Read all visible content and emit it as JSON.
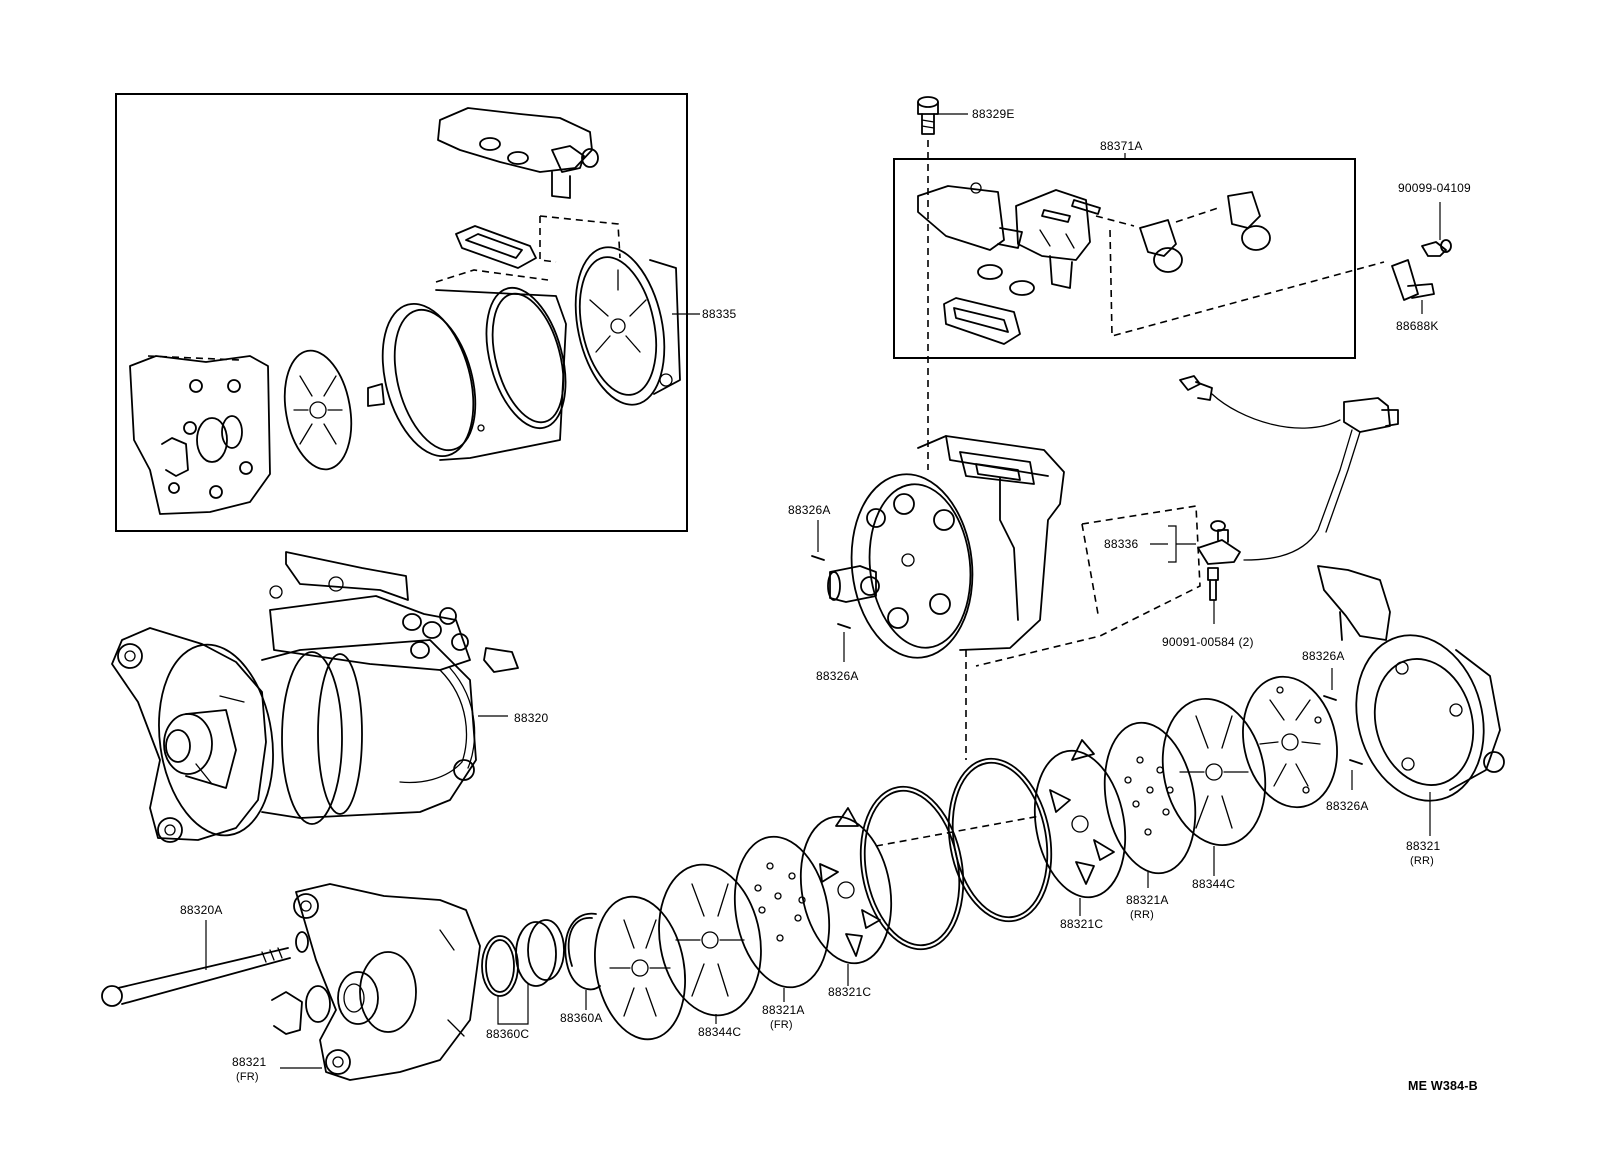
{
  "labels": {
    "p88335": "88335",
    "p88329E": "88329E",
    "p88371A": "88371A",
    "p90099_04109": "90099-04109",
    "p88688K": "88688K",
    "p88326A_top": "88326A",
    "p88326A_mid": "88326A",
    "p88336": "88336",
    "p90091_00584": "90091-00584 (2)",
    "p88326A_right_top": "88326A",
    "p88326A_right_bot": "88326A",
    "p88320": "88320",
    "p88321_rr": "88321",
    "p88321_rr_sub": "(RR)",
    "p88320A": "88320A",
    "p88321_fr": "88321",
    "p88321_fr_sub": "(FR)",
    "p88360C": "88360C",
    "p88360A": "88360A",
    "p88344C_left": "88344C",
    "p88321A_fr": "88321A",
    "p88321A_fr_sub": "(FR)",
    "p88321C_left": "88321C",
    "p88321C_right": "88321C",
    "p88321A_rr": "88321A",
    "p88321A_rr_sub": "(RR)",
    "p88344C_right": "88344C",
    "ref_code": "ME  W384-B"
  },
  "parts": {
    "assembly_box": "compressor-rebuild-kit-88335",
    "valve_box": "control-valve-assembly-88371A"
  }
}
